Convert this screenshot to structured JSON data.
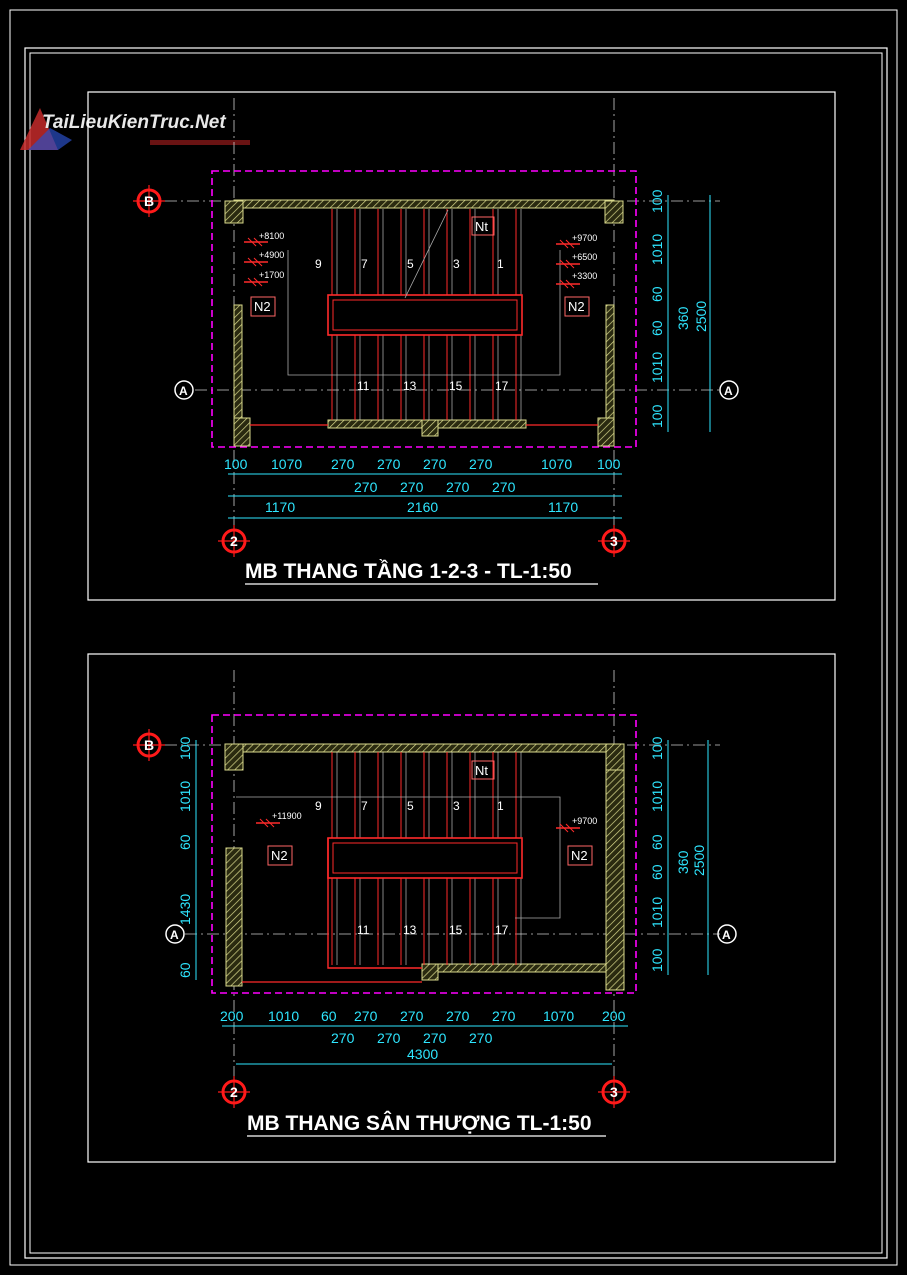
{
  "watermark": {
    "text": "TaiLieuKienTruc.Net"
  },
  "colors": {
    "dimension": "#2ee6ff",
    "wall": "#d9d98c",
    "boundary": "#ff00ff",
    "stair": "#ff2a2a",
    "axis_bubble": "#ff1a1a",
    "frame": "#ffffff"
  },
  "plan1": {
    "title": "MB THANG TẦNG 1-2-3 - TL-1:50",
    "axes": {
      "top": "B",
      "middle": "A",
      "left": "2",
      "right": "3"
    },
    "tags": {
      "nt": "Nt",
      "n2_left": "N2",
      "n2_right": "N2"
    },
    "levels_left": [
      "+8100",
      "+4900",
      "+1700"
    ],
    "levels_right": [
      "+9700",
      "+6500",
      "+3300"
    ],
    "steps_top": [
      "9",
      "7",
      "5",
      "3",
      "1"
    ],
    "steps_bottom": [
      "11",
      "13",
      "15",
      "17"
    ],
    "dims_bottom_row1": [
      "100",
      "1070",
      "270",
      "270",
      "270",
      "270",
      "1070",
      "100"
    ],
    "dims_bottom_row2": [
      "270",
      "270",
      "270",
      "270"
    ],
    "dims_bottom_row3": [
      "1170",
      "2160",
      "1170"
    ],
    "dims_right_col1": [
      "100",
      "1010",
      "60",
      "360",
      "60",
      "1010",
      "100"
    ],
    "dims_right_total": "2500"
  },
  "plan2": {
    "title": "MB THANG SÂN THƯỢNG TL-1:50",
    "axes": {
      "top": "B",
      "middle": "A",
      "left": "2",
      "right": "3"
    },
    "tags": {
      "nt": "Nt",
      "n2_left": "N2",
      "n2_right": "N2"
    },
    "levels_left": [
      "+11900"
    ],
    "levels_right": [
      "+9700"
    ],
    "steps_top": [
      "9",
      "7",
      "5",
      "3",
      "1"
    ],
    "steps_bottom": [
      "11",
      "13",
      "15",
      "17"
    ],
    "dims_left": [
      "100",
      "1010",
      "60",
      "1430",
      "60"
    ],
    "dims_bottom_row1": [
      "200",
      "1010",
      "60",
      "270",
      "270",
      "270",
      "270",
      "1070",
      "200"
    ],
    "dims_bottom_row2": [
      "270",
      "270",
      "270",
      "270"
    ],
    "dims_bottom_total": "4300",
    "dims_right_col1": [
      "100",
      "1010",
      "60",
      "360",
      "60",
      "1010",
      "100"
    ],
    "dims_right_total": "2500"
  }
}
